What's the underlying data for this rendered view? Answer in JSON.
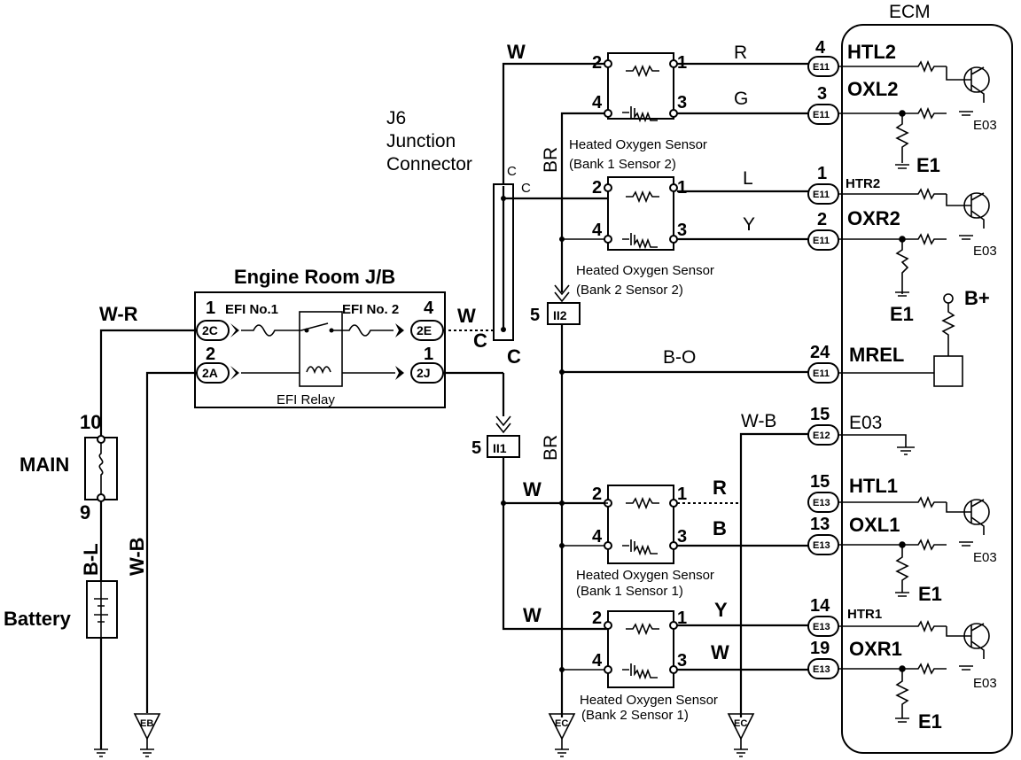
{
  "ecm": {
    "title": "ECM",
    "pins": {
      "htl2": {
        "num": "4",
        "conn": "E11",
        "name": "HTL2"
      },
      "oxl2": {
        "num": "3",
        "conn": "E11",
        "name": "OXL2"
      },
      "htr2": {
        "num": "1",
        "conn": "E11",
        "name": "HTR2"
      },
      "oxr2": {
        "num": "2",
        "conn": "E11",
        "name": "OXR2"
      },
      "mrel": {
        "num": "24",
        "conn": "E11",
        "name": "MREL"
      },
      "e03": {
        "num": "15",
        "conn": "E12",
        "name": "E03"
      },
      "htl1": {
        "num": "15",
        "conn": "E13",
        "name": "HTL1"
      },
      "oxl1": {
        "num": "13",
        "conn": "E13",
        "name": "OXL1"
      },
      "htr1": {
        "num": "14",
        "conn": "E13",
        "name": "HTR1"
      },
      "oxr1": {
        "num": "19",
        "conn": "E13",
        "name": "OXR1"
      }
    },
    "grounds": {
      "e03": "E03",
      "e1": "E1"
    },
    "bplus": "B+"
  },
  "sensors": [
    {
      "label1": "Heated Oxygen Sensor",
      "label2": "(Bank 1 Sensor 2)",
      "pins": [
        "2",
        "1",
        "4",
        "3"
      ]
    },
    {
      "label1": "Heated Oxygen Sensor",
      "label2": "(Bank 2 Sensor 2)",
      "pins": [
        "2",
        "1",
        "4",
        "3"
      ]
    },
    {
      "label1": "Heated Oxygen Sensor",
      "label2": "(Bank 1 Sensor 1)",
      "pins": [
        "2",
        "1",
        "4",
        "3"
      ]
    },
    {
      "label1": "Heated Oxygen Sensor",
      "label2": "(Bank 2 Sensor 1)",
      "pins": [
        "2",
        "1",
        "4",
        "3"
      ]
    }
  ],
  "wires": {
    "w": "W",
    "r": "R",
    "g": "G",
    "l": "L",
    "y": "Y",
    "br": "BR",
    "bo": "B-O",
    "wb": "W-B",
    "b": "B",
    "wr": "W-R",
    "bl": "B-L",
    "c": "C"
  },
  "junction": {
    "line1": "J6",
    "line2": "Junction",
    "line3": "Connector"
  },
  "jb": {
    "title": "Engine Room J/B",
    "efi1": "EFI No.1",
    "efi2": "EFI No. 2",
    "relay": "EFI Relay",
    "pin1": "1",
    "pin2": "2",
    "pin4": "4",
    "pin1b": "1",
    "c2c": "2C",
    "c2a": "2A",
    "c2e": "2E",
    "c2j": "2J"
  },
  "ii2": {
    "num": "5",
    "conn": "II2"
  },
  "ii1": {
    "num": "5",
    "conn": "II1"
  },
  "main": {
    "label": "MAIN",
    "pin10": "10",
    "pin9": "9"
  },
  "battery": "Battery",
  "grounds": {
    "eb": "EB",
    "ec": "EC"
  }
}
